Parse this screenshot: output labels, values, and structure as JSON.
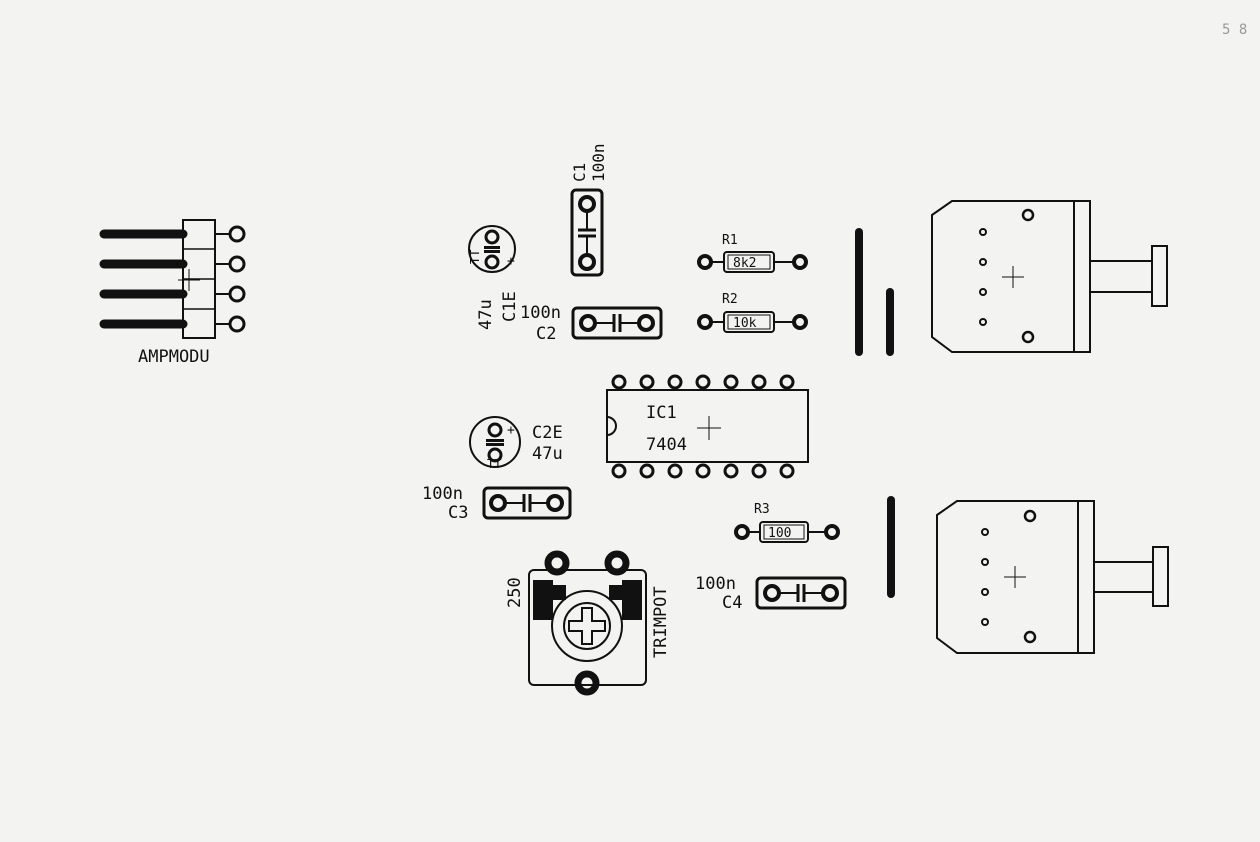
{
  "labels": {
    "header": "AMPMODU",
    "c1_ref": "C1",
    "c1_val": "100n",
    "c1e_ref": "C1E",
    "c1e_val": "47u",
    "tt1": "TT",
    "c2_val": "100n",
    "c2_ref": "C2",
    "r1_ref": "R1",
    "r1_val": "8k2",
    "r2_ref": "R2",
    "r2_val": "10k",
    "ic_ref": "IC1",
    "ic_val": "7404",
    "c2e_ref": "C2E",
    "c2e_val": "47u",
    "tt2": "TT",
    "c3_val": "100n",
    "c3_ref": "C3",
    "r3_ref": "R3",
    "r3_val": "100",
    "c4_val": "100n",
    "c4_ref": "C4",
    "trim_val": "250",
    "trim_ref": "TRIMPOT",
    "corner": "5 8",
    "plus1": "+",
    "plus2": "+"
  }
}
